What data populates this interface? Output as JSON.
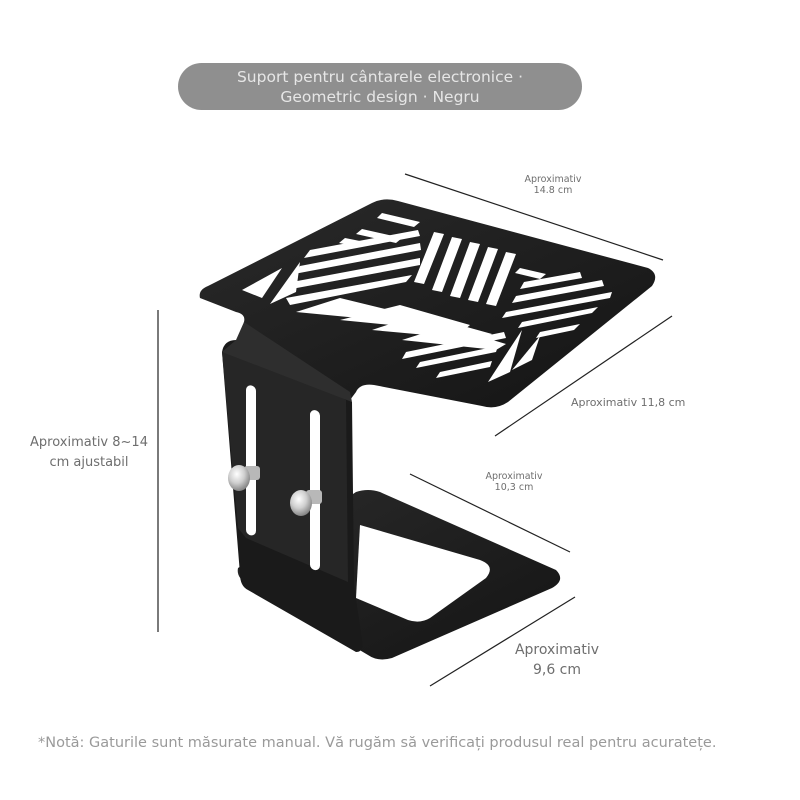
{
  "title": {
    "line1": "Suport pentru cântarele electronice ·",
    "line2": "Geometric design · Negru",
    "background_color": "#8f8f8f",
    "text_color": "#e6e6e6"
  },
  "product": {
    "name": "Suport pentru cântarele electronice",
    "design": "Geometric design",
    "color_name": "Negru",
    "color_hex": "#1c1c1c"
  },
  "dimensions": {
    "top_width": {
      "line1": "Aproximativ",
      "line2": "14.8 cm"
    },
    "top_depth": {
      "label": "Aproximativ 11,8 cm"
    },
    "height": {
      "line1": "Aproximativ 8~14",
      "line2": "cm ajustabil"
    },
    "base_width": {
      "line1": "Aproximativ",
      "line2": "10,3 cm"
    },
    "base_depth": {
      "line1": "Aproximativ",
      "line2": "9,6 cm"
    }
  },
  "note": "*Notă: Gaturile sunt măsurate manual. Vă rugăm să verificați produsul real pentru acuratețe."
}
